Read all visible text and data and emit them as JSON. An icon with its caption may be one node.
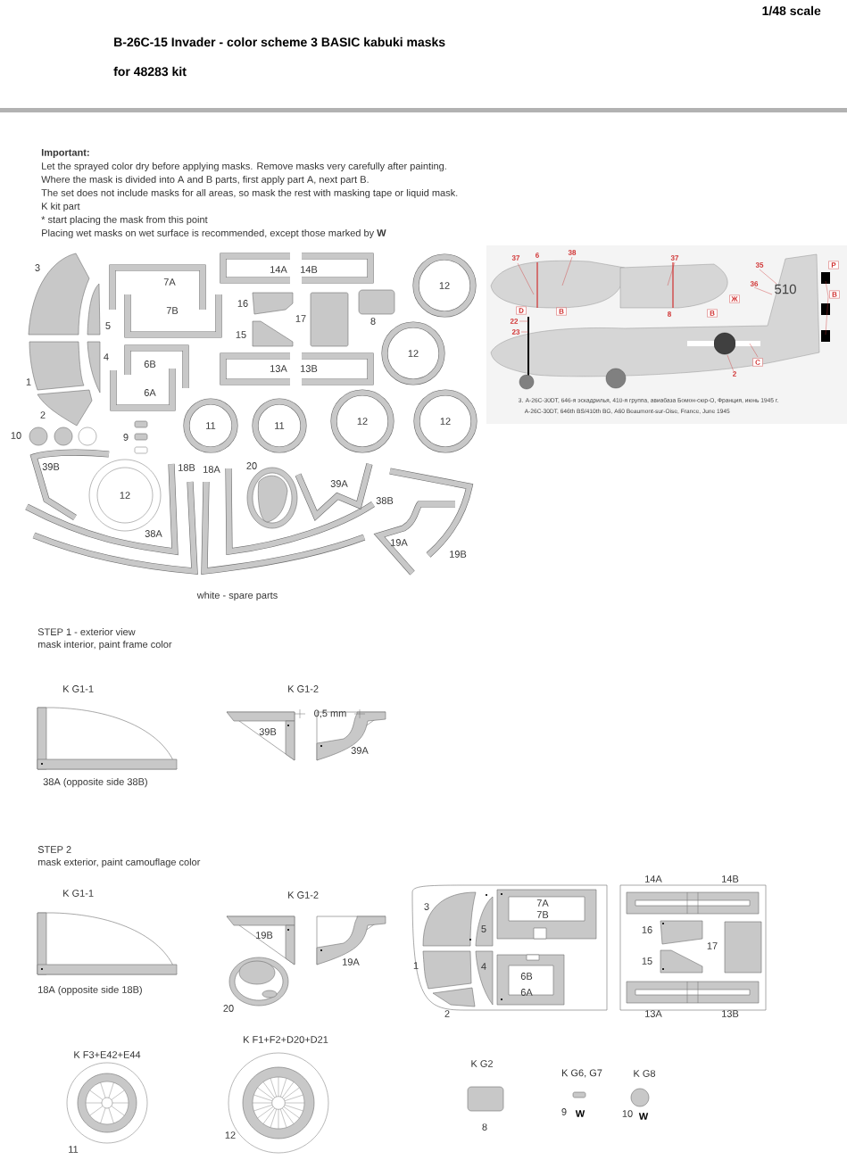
{
  "diagram": {
    "title": "B-26C-15 Invader - color scheme 3  BASIC kabuki masks",
    "labels": [
      "1/48 scale",
      "for 48283 kit",
      "Important:",
      "Let the sprayed color dry before applying masks. Remove masks very carefully after painting.",
      "Where the mask is divided into A and B parts, first apply part A, next part B.",
      "The set does not include masks for all areas, so mask the rest with masking tape or liquid mask.",
      "K kit part",
      "*  start placing the mask from this point",
      "Placing wet masks on wet surface is recommended, except those marked by **W**",
      "3",
      "7A",
      "14A",
      "14B",
      "12",
      "16",
      "5",
      "7B",
      "17",
      "8",
      "15",
      "4",
      "6B",
      "12",
      "13A",
      "13B",
      "1",
      "6A",
      "2",
      "11",
      "11",
      "12",
      "12",
      "10",
      "9",
      "39B",
      "18B",
      "18A",
      "20",
      "39A",
      "38B",
      "12",
      "38A",
      "19A",
      "19B",
      "white - spare parts",
      "37",
      "6",
      "38",
      "37",
      "35",
      "P",
      "510",
      "36",
      "B",
      "Ж",
      "D",
      "B",
      "8",
      "22",
      "23",
      "B",
      "C",
      "2",
      "3. А-26С-30DT, 646-я эскадрилья, 410-я группа, авиабаза Бомон-сюр-О, Франция, июнь 1945 г.",
      "A-26C-30DT, 646th BS/410th BG, A60 Beaumont-sur-Oise, France, June 1945",
      "STEP 1 - exterior view",
      "mask interior, paint frame color",
      "K G1-1",
      "K G1-2",
      "0,5 mm",
      "39B",
      "39A",
      "38A (opposite side 38B)",
      "STEP 2",
      "mask exterior, paint camouflage color",
      "K G1-1",
      "K G1-2",
      "19B",
      "19A",
      "18A (opposite side 18B)",
      "20",
      "3",
      "7A",
      "7B",
      "5",
      "1",
      "4",
      "6B",
      "6A",
      "2",
      "14A",
      "14B",
      "16",
      "17",
      "15",
      "13A",
      "13B",
      "K F3+E42+E44",
      "K F1+F2+D20+D21",
      "K G2",
      "K G6, G7",
      "K G8",
      "11",
      "12",
      "8",
      "9",
      "W",
      "10",
      "W"
    ]
  }
}
